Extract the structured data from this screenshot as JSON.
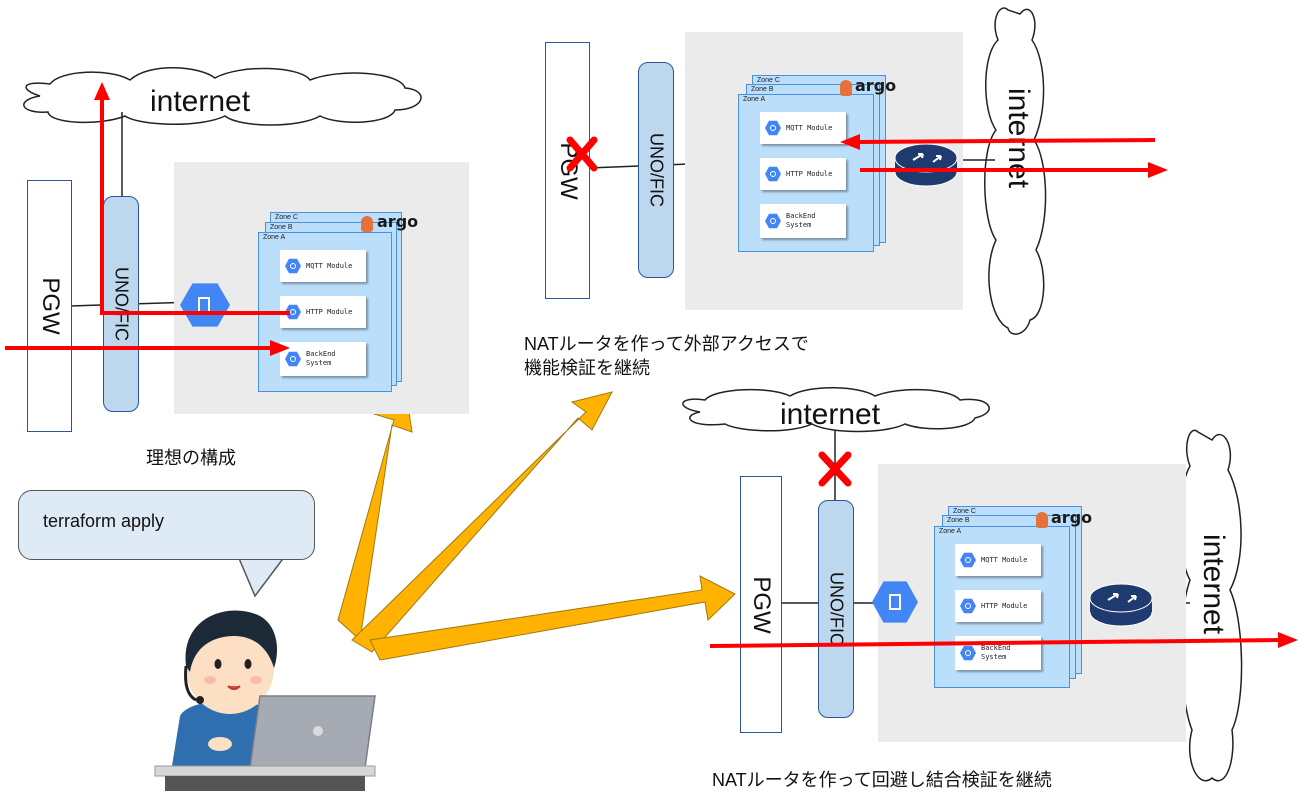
{
  "internet_label": "internet",
  "pgw_label": "PGW",
  "uno_label": "UNO/FIC",
  "argo_label": "argo",
  "zones": [
    "Zone C",
    "Zone B",
    "Zone A"
  ],
  "modules": [
    "MQTT Module",
    "HTTP Module",
    "BackEnd System"
  ],
  "captions": {
    "ideal": "理想の構成",
    "nat_external_line1": "NATルータを作って外部アクセスで",
    "nat_external_line2": "機能検証を継続",
    "nat_bypass": "NATルータを作って回避し結合検証を継続"
  },
  "speech": "terraform apply",
  "colors": {
    "red": "#ff0000",
    "orange": "#ffb300",
    "zone_blue": "#bbdefb",
    "uno_blue": "#bdd7ee",
    "gcp_blue": "#4285f4",
    "router_navy": "#1e3a6e"
  }
}
